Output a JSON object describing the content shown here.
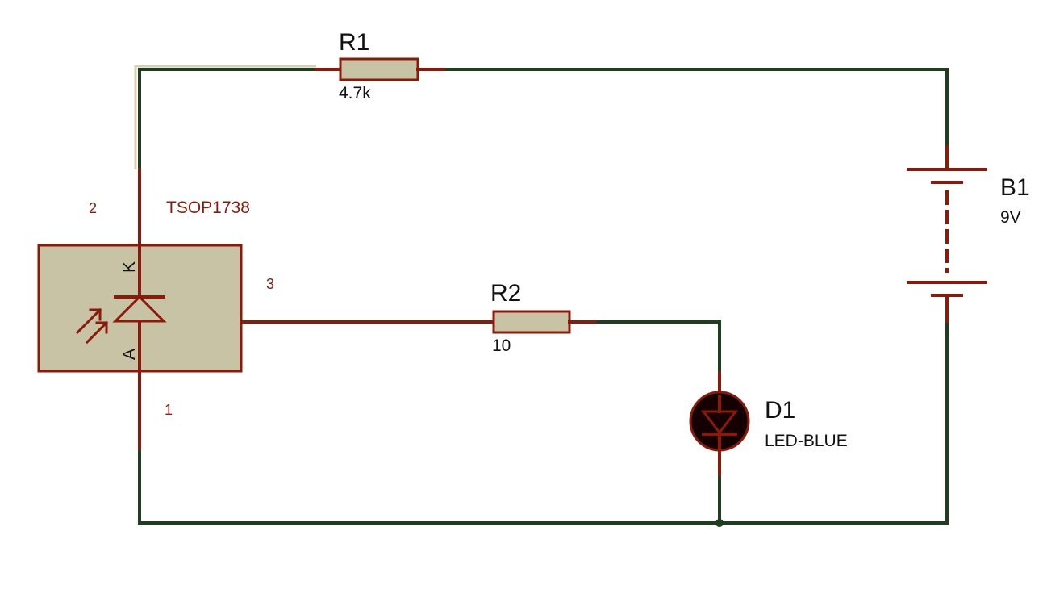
{
  "components": {
    "r1": {
      "designator": "R1",
      "value": "4.7k"
    },
    "r2": {
      "designator": "R2",
      "value": "10"
    },
    "b1": {
      "designator": "B1",
      "value": "9V"
    },
    "d1": {
      "designator": "D1",
      "value": "LED-BLUE"
    },
    "tsop": {
      "part": "TSOP1738",
      "pin_k": "2",
      "pin_a": "1",
      "pin_out": "3",
      "label_k": "K",
      "label_a": "A"
    }
  },
  "colors": {
    "wire": "#1f3d1f",
    "pin": "#8b1a0a",
    "component_body": "#c8c3a5",
    "highlight_wire": "#d8cfae",
    "text": "#111111"
  }
}
